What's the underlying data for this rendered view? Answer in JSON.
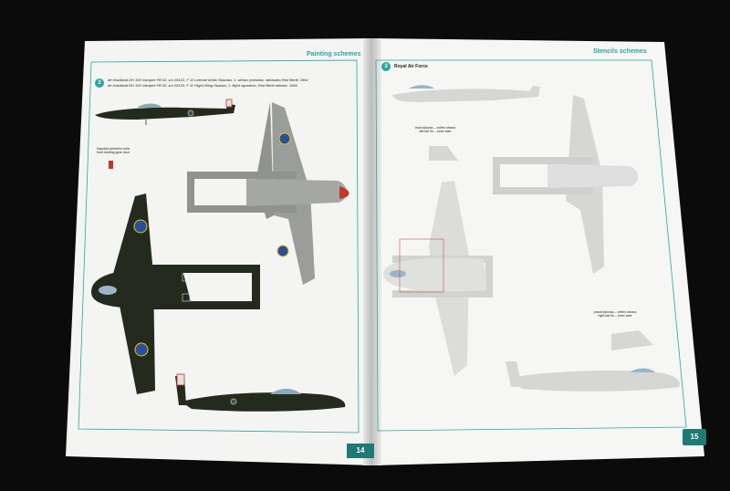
{
  "left_page": {
    "header": "Painting schemes",
    "badge": "2",
    "caption_1": "de Havilland DH 100 Vampire FB 52, s/n 28122, F 11 Letecké křídlo Skaraša, 1. stíhací jednotka, náhlastko Red Bertil, 1954",
    "caption_2": "de Havilland DH 100 Vampire FB 52, s/n 28120, F 11 Flight Wing Skarsta, 1. flight squadron, Red Bertil airbase, 1954",
    "gear_note_cz": "Kapotáž předního kola",
    "gear_note_en": "front landing gear door",
    "page_number": "14"
  },
  "right_page": {
    "header": "Stencils schemes",
    "badge": "3",
    "section_title": "Royal Air Force",
    "left_fin_note_cz": "levá kýlovka – vnitřní strana",
    "left_fin_note_en": "left tail fin – inner side",
    "right_fin_note_cz": "pravá kýlovka – vnitřní strana",
    "right_fin_note_en": "right tail fin – inner side",
    "page_number": "15"
  },
  "colors": {
    "background": "#0b0b0b",
    "paper": "#f4f4f2",
    "teal_accent": "#2aa6a0",
    "dark_green_aircraft": "#242b1e",
    "grey_aircraft": "#9a9d9a",
    "silver_aircraft": "#d6d6d4",
    "stencil_red": "#c0392b"
  }
}
